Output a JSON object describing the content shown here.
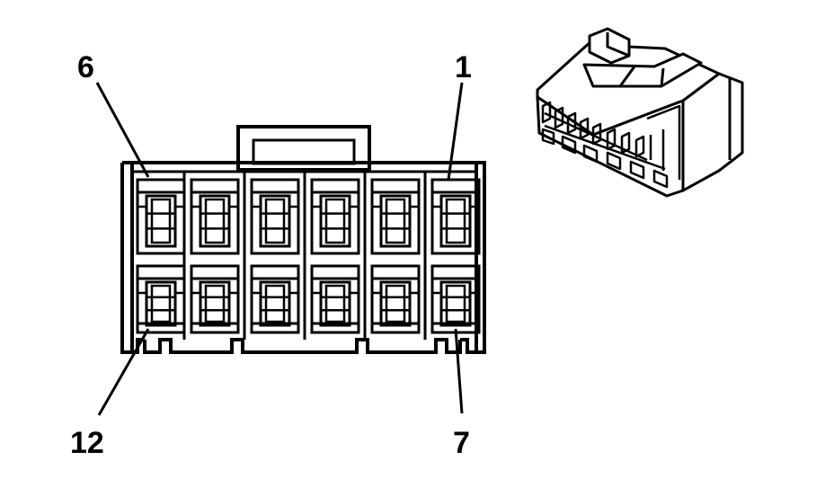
{
  "diagram": {
    "labels": {
      "pin_top_left": "6",
      "pin_top_right": "1",
      "pin_bottom_left": "12",
      "pin_bottom_right": "7"
    },
    "colors": {
      "stroke": "#000000",
      "fill": "#ffffff"
    }
  }
}
